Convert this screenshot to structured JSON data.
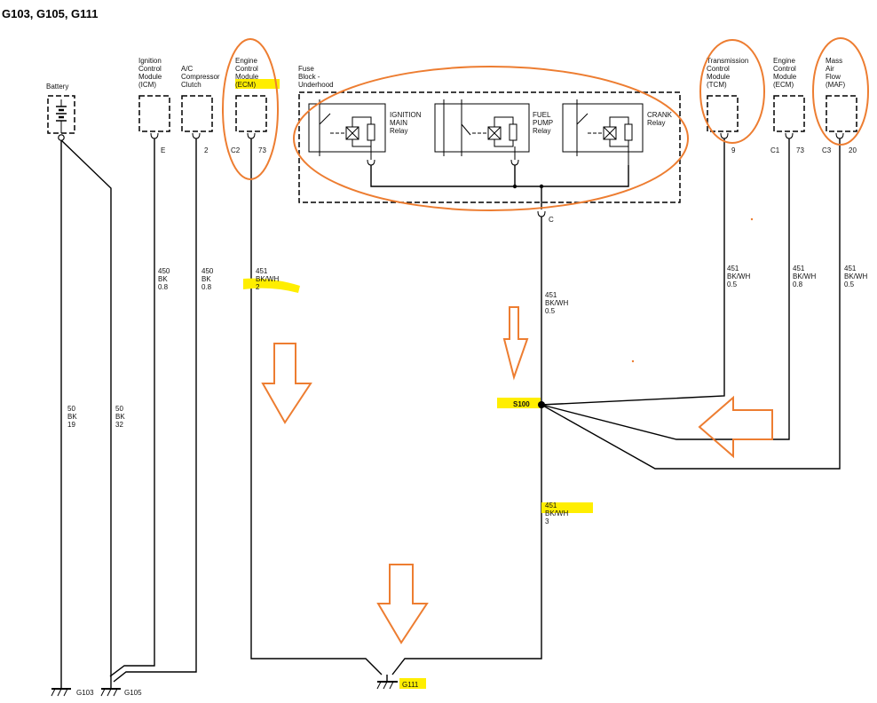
{
  "title": "G103, G105, G111",
  "colors": {
    "annotation": "#ed7d31",
    "highlight": "#ffee00",
    "wire": "#000000"
  },
  "battery": {
    "label": "Battery"
  },
  "components": {
    "icm": {
      "lines": [
        "Ignition",
        "Control",
        "Module",
        "(ICM)"
      ],
      "pin": "E"
    },
    "ac": {
      "lines": [
        "A/C",
        "Compressor",
        "Clutch"
      ],
      "pin": "2"
    },
    "ecm_left": {
      "lines": [
        "Engine",
        "Control",
        "Module",
        "(ECM)"
      ],
      "pins": [
        "C2",
        "73"
      ]
    },
    "fuse_block": {
      "lines": [
        "Fuse",
        "Block -",
        "Underhood"
      ],
      "pin": "C"
    },
    "tcm": {
      "lines": [
        "Transmission",
        "Control",
        "Module",
        "(TCM)"
      ],
      "pin": "9"
    },
    "ecm_right": {
      "lines": [
        "Engine",
        "Control",
        "Module",
        "(ECM)"
      ],
      "pins": [
        "C1",
        "73"
      ]
    },
    "maf": {
      "lines": [
        "Mass",
        "Air",
        "Flow",
        "(MAF)"
      ],
      "pins": [
        "C3",
        "20"
      ]
    }
  },
  "relays": [
    {
      "lines": [
        "IGNITION",
        "MAIN",
        "Relay"
      ]
    },
    {
      "lines": [
        "FUEL",
        "PUMP",
        "Relay"
      ]
    },
    {
      "lines": [
        "CRANK",
        "Relay"
      ]
    }
  ],
  "wires": {
    "battery_a": [
      "50",
      "BK",
      "19"
    ],
    "battery_b": [
      "50",
      "BK",
      "32"
    ],
    "icm": [
      "450",
      "BK",
      "0.8"
    ],
    "ac": [
      "450",
      "BK",
      "0.8"
    ],
    "ecm_left": [
      "451",
      "BK/WH",
      "2"
    ],
    "fuse": [
      "451",
      "BK/WH",
      "0.5"
    ],
    "splice_down": [
      "451",
      "BK/WH",
      "3"
    ],
    "tcm": [
      "451",
      "BK/WH",
      "0.5"
    ],
    "ecm_right": [
      "451",
      "BK/WH",
      "0.8"
    ],
    "maf": [
      "451",
      "BK/WH",
      "0.5"
    ]
  },
  "splice": {
    "label": "S100"
  },
  "grounds": {
    "g103": "G103",
    "g105": "G105",
    "g111": "G111"
  }
}
